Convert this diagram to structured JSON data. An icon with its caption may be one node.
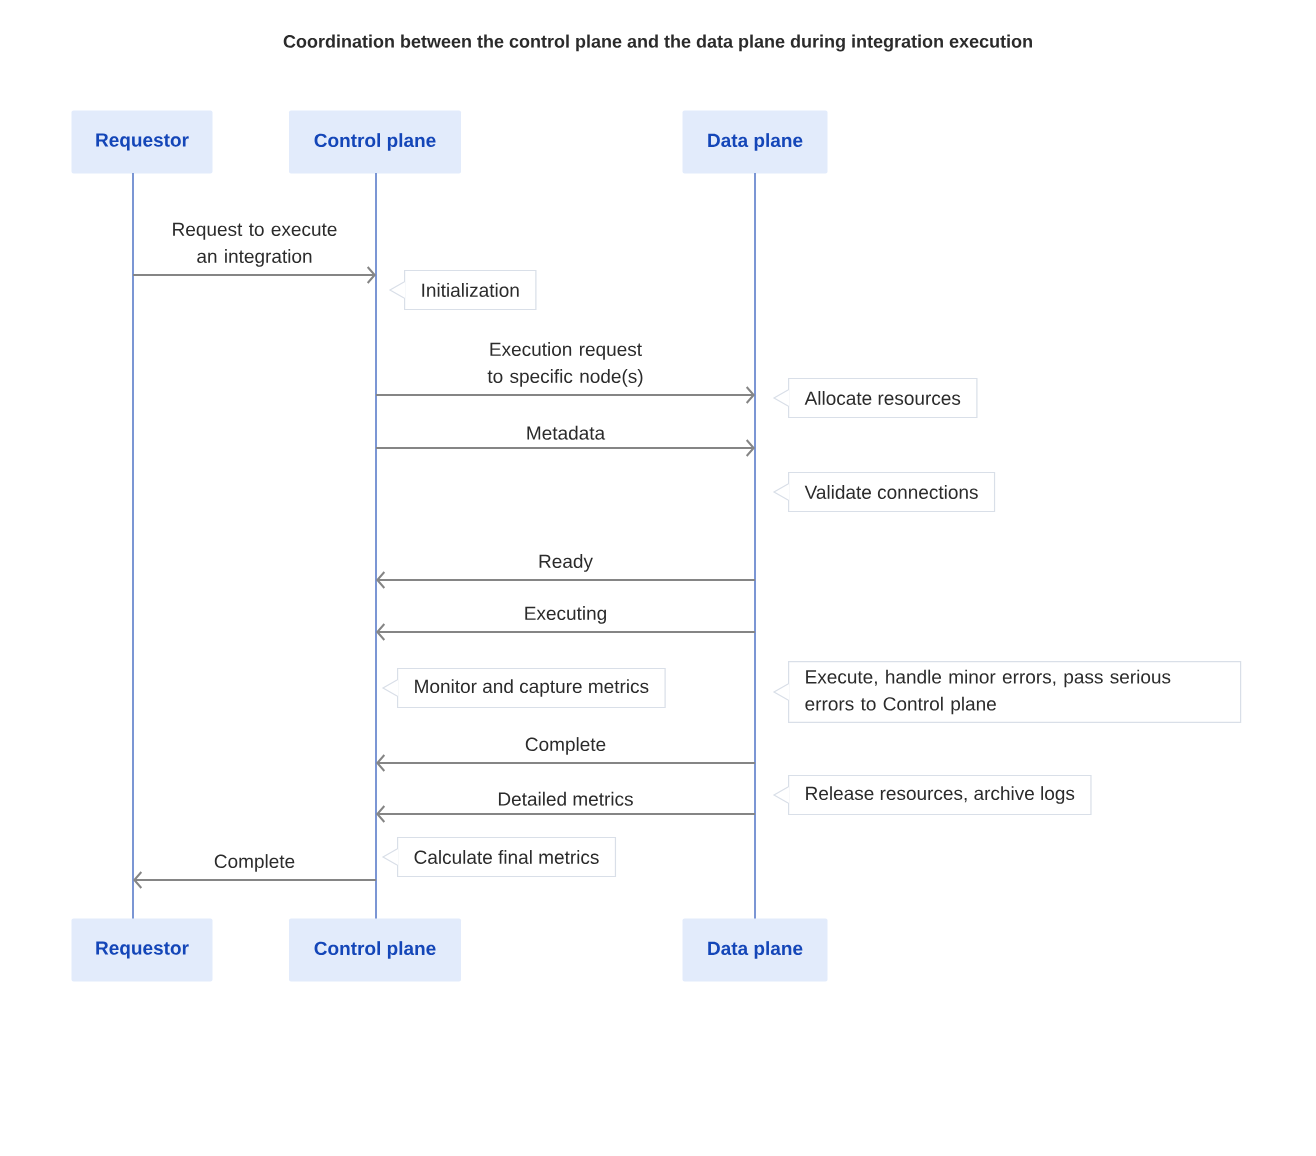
{
  "diagram": {
    "title": "Coordination between the control plane and the data plane during integration execution",
    "nodes": [
      {
        "text": [
          "Requestor"
        ]
      },
      {
        "text": [
          "Control plane"
        ]
      },
      {
        "text": [
          "Data plane"
        ]
      },
      {
        "text": [],
        "shape": "line"
      },
      {
        "text": [],
        "shape": "line"
      },
      {
        "text": [],
        "shape": "line"
      },
      {
        "text": [
          "Initialization"
        ]
      },
      {
        "text": [
          "Allocate resources"
        ]
      },
      {
        "text": [
          "Validate connections"
        ]
      },
      {
        "text": [
          "Monitor and capture metrics"
        ]
      },
      {
        "text": [
          "Execute, handle minor errors, pass serious errors to Control plane"
        ]
      },
      {
        "text": [
          "Release resources, archive logs"
        ]
      },
      {
        "text": [
          "Calculate final metrics"
        ]
      },
      {
        "text": [
          "Requestor"
        ]
      },
      {
        "text": [
          "Control plane"
        ]
      },
      {
        "text": [
          "Data plane"
        ]
      }
    ],
    "edges": [
      {
        "from": 3,
        "to": 4,
        "arrow": "to",
        "label": "Request to execute an integration"
      },
      {
        "from": 4,
        "to": 5,
        "arrow": "to",
        "label": "Execution request to specific node(s)"
      },
      {
        "from": 4,
        "to": 5,
        "arrow": "to",
        "label": "Metadata"
      },
      {
        "from": 5,
        "to": 4,
        "arrow": "to",
        "label": "Ready"
      },
      {
        "from": 5,
        "to": 4,
        "arrow": "to",
        "label": "Executing"
      },
      {
        "from": 5,
        "to": 4,
        "arrow": "to",
        "label": "Complete"
      },
      {
        "from": 5,
        "to": 4,
        "arrow": "to",
        "label": "Detailed metrics"
      },
      {
        "from": 4,
        "to": 3,
        "arrow": "to",
        "label": "Complete"
      }
    ]
  }
}
